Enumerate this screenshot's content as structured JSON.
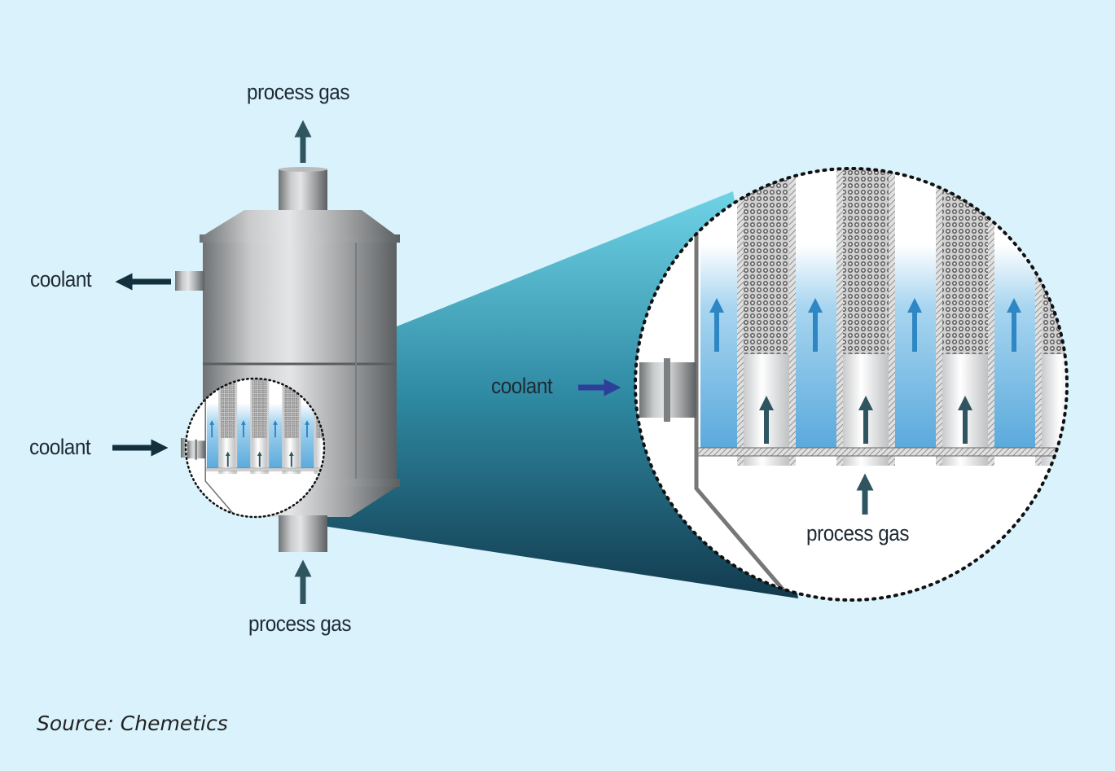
{
  "labels": {
    "top_outlet": "process gas",
    "bottom_inlet": "process gas",
    "coolant_out": "coolant",
    "coolant_in": "coolant",
    "detail_coolant": "coolant",
    "detail_process_gas": "process gas"
  },
  "source": "Source: Chemetics",
  "colors": {
    "background": "#d9f2fb",
    "arrow_dark": "#2e5560",
    "arrow_coolant_out": "#12303d",
    "arrow_detail_coolant": "#2e3f9a",
    "coolant_flow_arrow": "#2f86c4",
    "coolant_fill": "#5aa9dc",
    "vessel_steel": "#a7a9ab"
  }
}
